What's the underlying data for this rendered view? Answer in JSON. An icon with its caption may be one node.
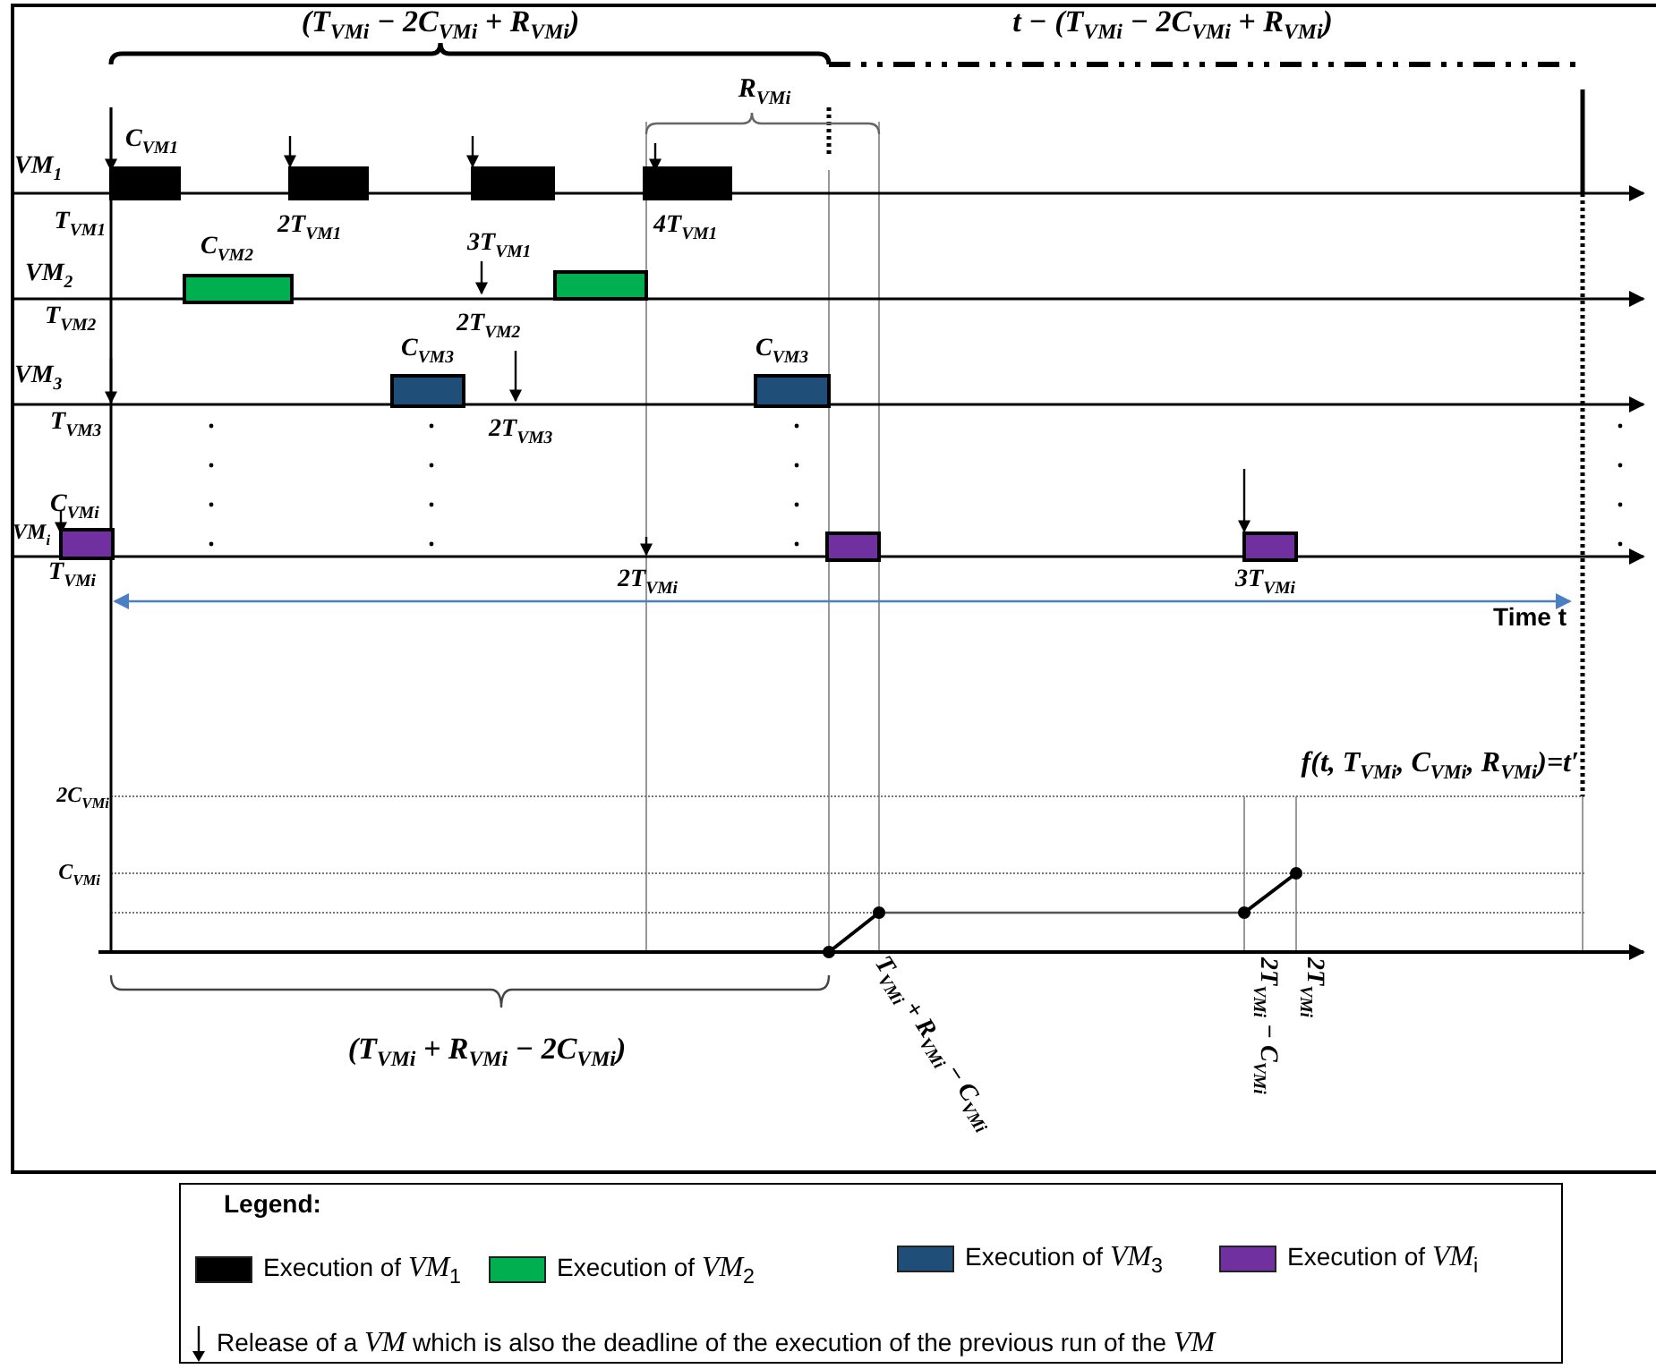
{
  "diagram": {
    "labels": [
      "(T$_{VMi}$ − 2C$_{VMi}$ + R$_{VMi}$)",
      "t − (T$_{VMi}$ − 2C$_{VMi}$ + R$_{VMi}$)",
      "R$_{VMi}$",
      "C$_{VM1}$",
      "VM$_{1}$",
      "T$_{VM1}$",
      "2T$_{VM1}$",
      "4T$_{VM1}$",
      "C$_{VM2}$",
      "3T$_{VM1}$",
      "VM$_{2}$",
      "T$_{VM2}$",
      "2T$_{VM2}$",
      "C$_{VM3}$",
      "C$_{VM3}$",
      "VM$_{3}$",
      "T$_{VM3}$",
      "2T$_{VM3}$",
      "C$_{VMi}$",
      "VM$_{i}$",
      "T$_{VMi}$",
      "2T$_{VMi}$",
      "3T$_{VMi}$",
      "Time t",
      "f(t, T$_{VMi}$, C$_{VMi}$, R$_{VMi}$)=t′",
      "2C$_{VMi}$",
      "C$_{VMi}$",
      "(T$_{VMi}$ + R$_{VMi}$ − 2C$_{VMi}$)",
      "T$_{VMi}$ + R$_{VMi}$ − C$_{VMi}$",
      "2T$_{VMi}$ − C$_{VMi}$",
      "2T$_{VMi}$",
      "Legend:"
    ],
    "legend": [
      {
        "text": "Execution of *VM*$_{1}$",
        "color": "#000000"
      },
      {
        "text": "Execution of *VM*$_{2}$",
        "color": "#00b050"
      },
      {
        "text": "Execution of *VM*$_{3}$",
        "color": "#1f4e79"
      },
      {
        "text": "Execution of *VM*$_{i}$",
        "color": "#7030a0"
      },
      {
        "text": "Release of a *VM* which is also the deadline of the execution of the previous run of the *VM*"
      }
    ]
  }
}
